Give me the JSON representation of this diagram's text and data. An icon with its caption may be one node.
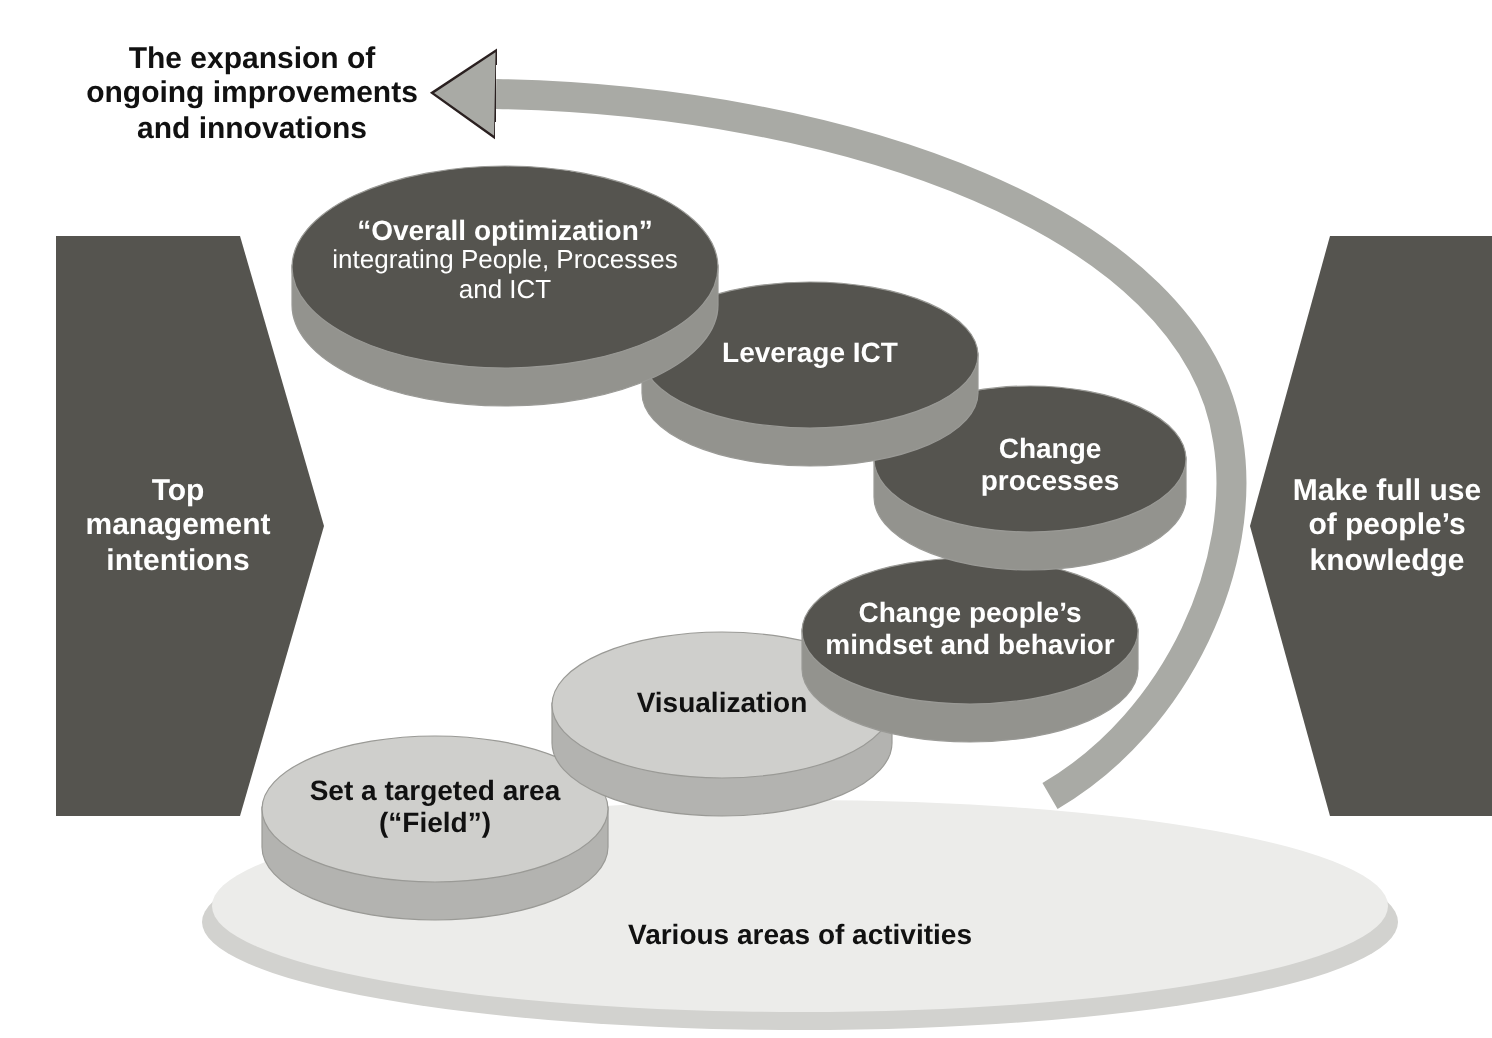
{
  "diagram": {
    "nodes": [
      {
        "text": [
          "The expansion of ongoing improvements and innovations"
        ]
      },
      {
        "text": [
          "Top management intentions"
        ]
      },
      {
        "text": [
          "“Overall optimization”",
          "integrating People, Processes and ICT"
        ]
      },
      {
        "text": [
          "Leverage ICT"
        ]
      },
      {
        "text": [
          "Change processes"
        ]
      },
      {
        "text": [
          "Make full use of people’s knowledge"
        ]
      },
      {
        "text": [
          "Change people’s mindset and behavior"
        ]
      },
      {
        "text": [
          "Visualization"
        ]
      },
      {
        "text": [
          "Set a targeted area (“Field”)"
        ]
      },
      {
        "text": [
          "Various areas of activities"
        ]
      }
    ],
    "edges": [
      {
        "from": 9,
        "to": 0,
        "arrow": "to"
      }
    ]
  }
}
